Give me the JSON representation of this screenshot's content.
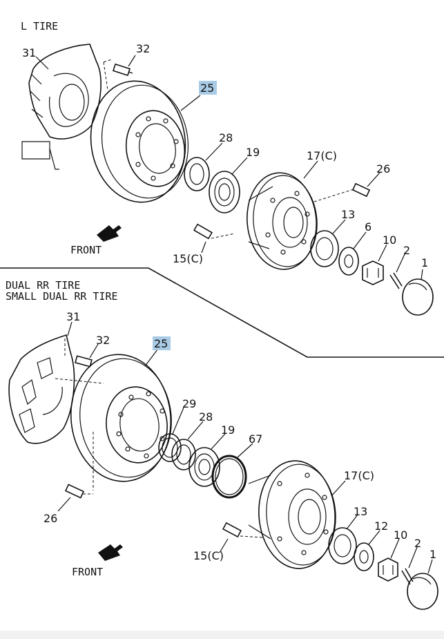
{
  "top_section": {
    "header": "L TIRE",
    "front_label": "FRONT",
    "callouts": {
      "c31": "31",
      "c32": "32",
      "c25": "25",
      "c28": "28",
      "c19": "19",
      "c17": "17(C)",
      "c26": "26",
      "c13": "13",
      "c6": "6",
      "c10": "10",
      "c2": "2",
      "c1": "1",
      "c15": "15(C)"
    }
  },
  "bottom_section": {
    "header_line1": "DUAL RR TIRE",
    "header_line2": "SMALL DUAL RR TIRE",
    "front_label": "FRONT",
    "callouts": {
      "c31": "31",
      "c32": "32",
      "c25": "25",
      "c29": "29",
      "c28": "28",
      "c19": "19",
      "c67": "67",
      "c17": "17(C)",
      "c26": "26",
      "c13": "13",
      "c12": "12",
      "c10": "10",
      "c2": "2",
      "c1": "1",
      "c15": "15(C)"
    }
  },
  "colors": {
    "highlight": "#a9cbe6",
    "line": "#111111"
  }
}
